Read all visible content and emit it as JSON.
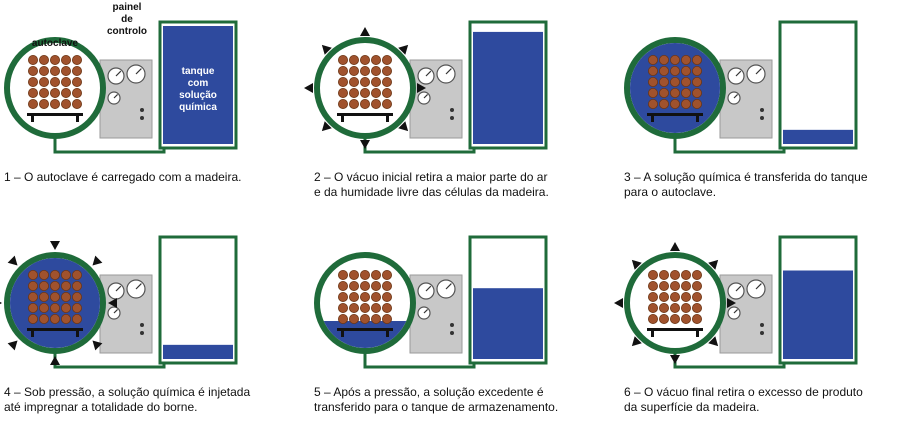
{
  "colors": {
    "green": "#1f6b3a",
    "liquid": "#2e4a9e",
    "wood": "#a0522d",
    "wood_dark": "#6b3515",
    "panel_grey": "#c8c8c8",
    "black": "#111111"
  },
  "labels": {
    "autoclave": "autoclave",
    "panel": [
      "painel",
      "de",
      "controlo"
    ],
    "tank": [
      "tanque",
      "com",
      "solução",
      "química"
    ]
  },
  "steps": [
    {
      "id": 1,
      "caption": [
        "1 – O autoclave é carregado com a madeira."
      ],
      "autoclave_liquid": 0,
      "tank_level": 1.0,
      "arrows": "none",
      "show_labels": true
    },
    {
      "id": 2,
      "caption": [
        "2 – O vácuo inicial retira a maior parte do ar",
        "e da humidade livre das células da madeira."
      ],
      "autoclave_liquid": 0,
      "tank_level": 0.95,
      "arrows": "out",
      "show_labels": false
    },
    {
      "id": 3,
      "caption": [
        "3 – A solução química é transferida do tanque",
        "para o autoclave."
      ],
      "autoclave_liquid": 1.0,
      "tank_level": 0.12,
      "arrows": "none",
      "show_labels": false
    },
    {
      "id": 4,
      "caption": [
        "4 – Sob pressão, a solução química é injetada",
        "até impregnar a totalidade do borne."
      ],
      "autoclave_liquid": 1.0,
      "tank_level": 0.12,
      "arrows": "in",
      "show_labels": false
    },
    {
      "id": 5,
      "caption": [
        "5 –  Após a pressão, a solução excedente é",
        "transferido para o tanque de armazenamento."
      ],
      "autoclave_liquid": 0.3,
      "tank_level": 0.6,
      "arrows": "none",
      "show_labels": false
    },
    {
      "id": 6,
      "caption": [
        "6 – O vácuo final retira o excesso de produto",
        "da superfície da madeira."
      ],
      "autoclave_liquid": 0,
      "tank_level": 0.75,
      "arrows": "out",
      "show_labels": false
    }
  ]
}
